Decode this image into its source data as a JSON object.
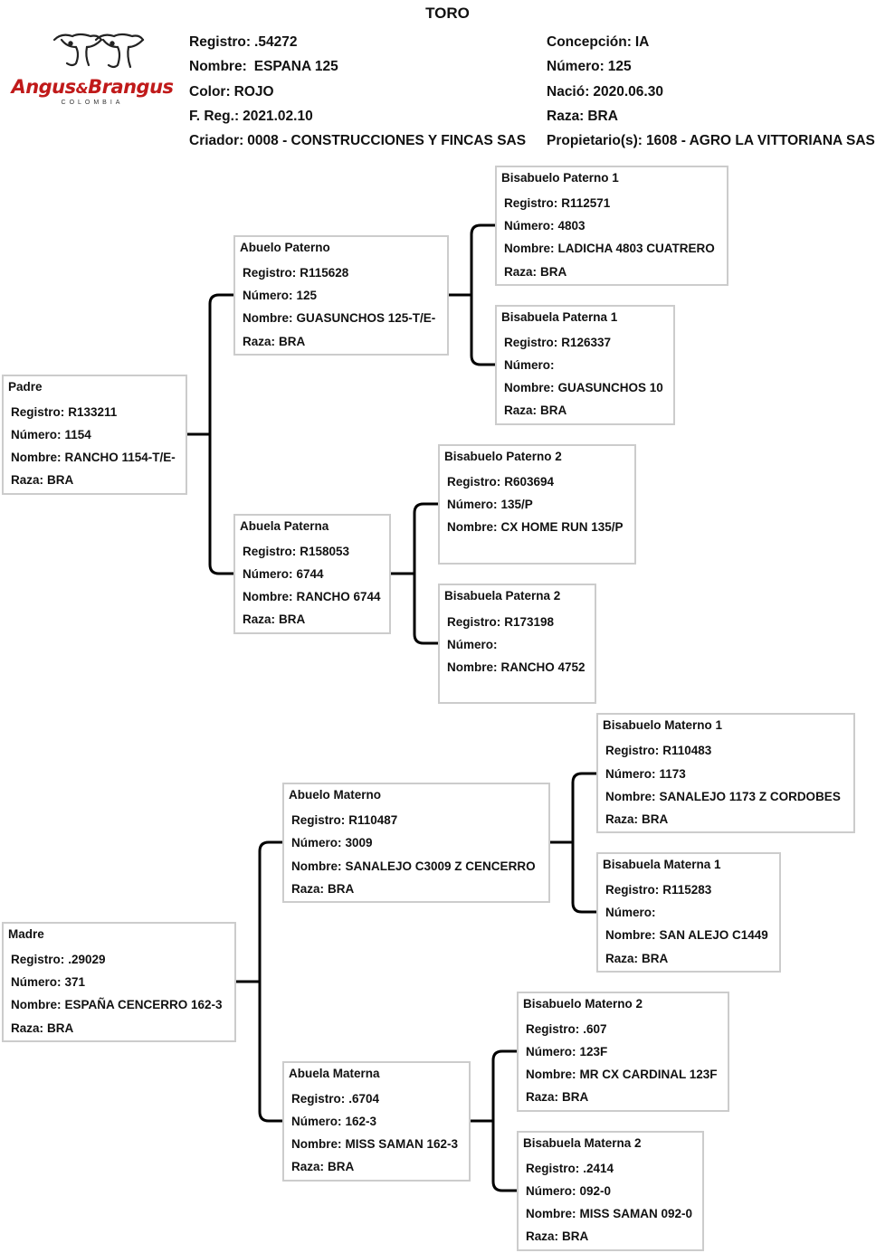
{
  "title": "TORO",
  "logo": {
    "word_a": "Angus",
    "amp": "&",
    "word_b": "Brangus",
    "sub": "COLOMBIA",
    "brand_color": "#c01a1a"
  },
  "header": {
    "registro": {
      "label": "Registro:",
      "value": ".54272"
    },
    "nombre": {
      "label": "Nombre:",
      "value": "ESPANA 125"
    },
    "color": {
      "label": "Color:",
      "value": "ROJO"
    },
    "freg": {
      "label": "F. Reg.:",
      "value": "2021.02.10"
    },
    "criador": {
      "label": "Criador:",
      "value": "0008 - CONSTRUCCIONES Y FINCAS SAS"
    },
    "concepcion": {
      "label": "Concepción:",
      "value": "IA"
    },
    "numero": {
      "label": "Número:",
      "value": "125"
    },
    "nacio": {
      "label": "Nació:",
      "value": "2020.06.30"
    },
    "raza": {
      "label": "Raza:",
      "value": "BRA"
    },
    "propietario": {
      "label": "Propietario(s):",
      "value": "1608 - AGRO LA VITTORIANA SAS"
    }
  },
  "labels": {
    "registro": "Registro:",
    "numero": "Número:",
    "nombre": "Nombre:",
    "raza": "Raza:"
  },
  "pedigree": {
    "padre": {
      "title": "Padre",
      "registro": "R133211",
      "numero": "1154",
      "nombre": "RANCHO 1154-T/E-",
      "raza": "BRA"
    },
    "abuelo_paterno": {
      "title": "Abuelo Paterno",
      "registro": "R115628",
      "numero": "125",
      "nombre": "GUASUNCHOS 125-T/E-",
      "raza": "BRA"
    },
    "abuela_paterna": {
      "title": "Abuela Paterna",
      "registro": "R158053",
      "numero": "6744",
      "nombre": "RANCHO 6744",
      "raza": "BRA"
    },
    "bisabuelo_paterno_1": {
      "title": "Bisabuelo Paterno 1",
      "registro": "R112571",
      "numero": "4803",
      "nombre": "LADICHA 4803 CUATRERO",
      "raza": "BRA"
    },
    "bisabuela_paterna_1": {
      "title": "Bisabuela Paterna 1",
      "registro": "R126337",
      "numero": "",
      "nombre": "GUASUNCHOS 10",
      "raza": "BRA"
    },
    "bisabuelo_paterno_2": {
      "title": "Bisabuelo Paterno 2",
      "registro": "R603694",
      "numero": "135/P",
      "nombre": "CX HOME RUN 135/P"
    },
    "bisabuela_paterna_2": {
      "title": "Bisabuela Paterna 2",
      "registro": "R173198",
      "numero": "",
      "nombre": "RANCHO 4752"
    },
    "madre": {
      "title": "Madre",
      "registro": ".29029",
      "numero": "371",
      "nombre": "ESPAÑA CENCERRO 162-3",
      "raza": "BRA"
    },
    "abuelo_materno": {
      "title": "Abuelo Materno",
      "registro": "R110487",
      "numero": "3009",
      "nombre": "SANALEJO C3009 Z CENCERRO",
      "raza": "BRA"
    },
    "abuela_materna": {
      "title": "Abuela Materna",
      "registro": ".6704",
      "numero": "162-3",
      "nombre": "MISS SAMAN 162-3",
      "raza": "BRA"
    },
    "bisabuelo_materno_1": {
      "title": "Bisabuelo Materno 1",
      "registro": "R110483",
      "numero": "1173",
      "nombre": "SANALEJO 1173 Z CORDOBES",
      "raza": "BRA"
    },
    "bisabuela_materna_1": {
      "title": "Bisabuela Materna 1",
      "registro": "R115283",
      "numero": "",
      "nombre": "SAN ALEJO C1449",
      "raza": "BRA"
    },
    "bisabuelo_materno_2": {
      "title": "Bisabuelo Materno 2",
      "registro": ".607",
      "numero": "123F",
      "nombre": "MR CX CARDINAL 123F",
      "raza": "BRA"
    },
    "bisabuela_materna_2": {
      "title": "Bisabuela Materna 2",
      "registro": ".2414",
      "numero": "092-0",
      "nombre": "MISS SAMAN 092-0",
      "raza": "BRA"
    }
  }
}
